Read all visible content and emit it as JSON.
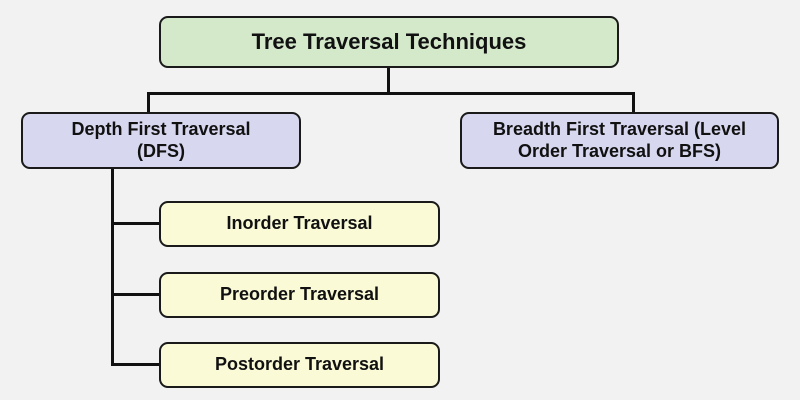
{
  "diagram": {
    "title": "Tree Traversal Techniques",
    "type": "hierarchy",
    "colors": {
      "background": "#f2f2f3",
      "border": "#1a1a1a",
      "line": "#111111",
      "text": "#111111",
      "root_fill": "#d4e8ca",
      "branch_fill": "#d7d8f0",
      "leaf_fill": "#fafad7"
    },
    "nodes": {
      "root": {
        "label": "Tree Traversal Techniques",
        "lines": [
          "Tree Traversal Techniques"
        ]
      },
      "dfs": {
        "label": "Depth First Traversal (DFS)",
        "lines": [
          "Depth First Traversal",
          "(DFS)"
        ]
      },
      "bfs": {
        "label": "Breadth First Traversal (Level Order Traversal or BFS)",
        "lines": [
          "Breadth First Traversal (Level",
          "Order Traversal or BFS)"
        ]
      },
      "inorder": {
        "label": "Inorder Traversal",
        "lines": [
          "Inorder Traversal"
        ]
      },
      "preorder": {
        "label": "Preorder Traversal",
        "lines": [
          "Preorder Traversal"
        ]
      },
      "postorder": {
        "label": "Postorder Traversal",
        "lines": [
          "Postorder Traversal"
        ]
      }
    },
    "edges": [
      {
        "from": "root",
        "to": "dfs"
      },
      {
        "from": "root",
        "to": "bfs"
      },
      {
        "from": "dfs",
        "to": "inorder"
      },
      {
        "from": "dfs",
        "to": "preorder"
      },
      {
        "from": "dfs",
        "to": "postorder"
      }
    ]
  }
}
